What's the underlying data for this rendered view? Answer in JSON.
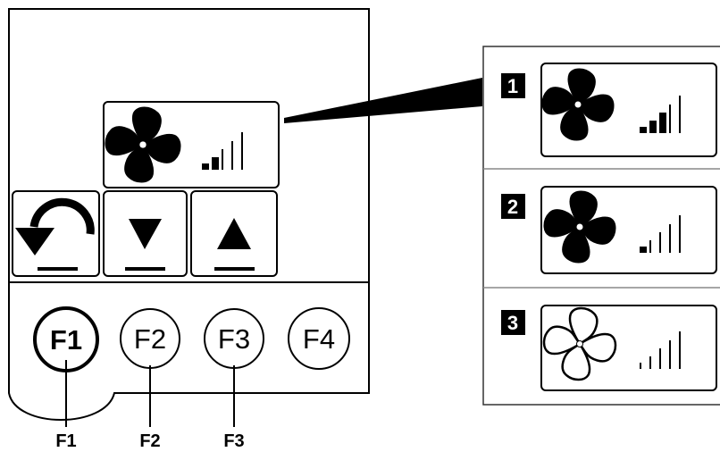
{
  "device": {
    "display": {
      "fan_icon": "fan-icon-filled",
      "speed_icon": "fan-speed-bars-icon",
      "speed_level": 2
    },
    "nav_buttons": [
      {
        "icon": "back-arrow-icon"
      },
      {
        "icon": "arrow-down-icon"
      },
      {
        "icon": "arrow-up-icon"
      }
    ],
    "function_keys": [
      {
        "label": "F1",
        "active": true
      },
      {
        "label": "F2",
        "active": false
      },
      {
        "label": "F3",
        "active": false
      },
      {
        "label": "F4",
        "active": false
      }
    ],
    "callouts": [
      "F1",
      "F2",
      "F3"
    ]
  },
  "fan_levels": [
    {
      "number": "1",
      "fan_icon": "fan-icon-filled",
      "speed_level": 3
    },
    {
      "number": "2",
      "fan_icon": "fan-icon-filled",
      "speed_level": 1
    },
    {
      "number": "3",
      "fan_icon": "fan-icon-outline",
      "speed_level": 0
    }
  ],
  "colors": {
    "ink": "#000000",
    "panel_border": "#333333",
    "divider": "#888888",
    "background": "#ffffff"
  }
}
